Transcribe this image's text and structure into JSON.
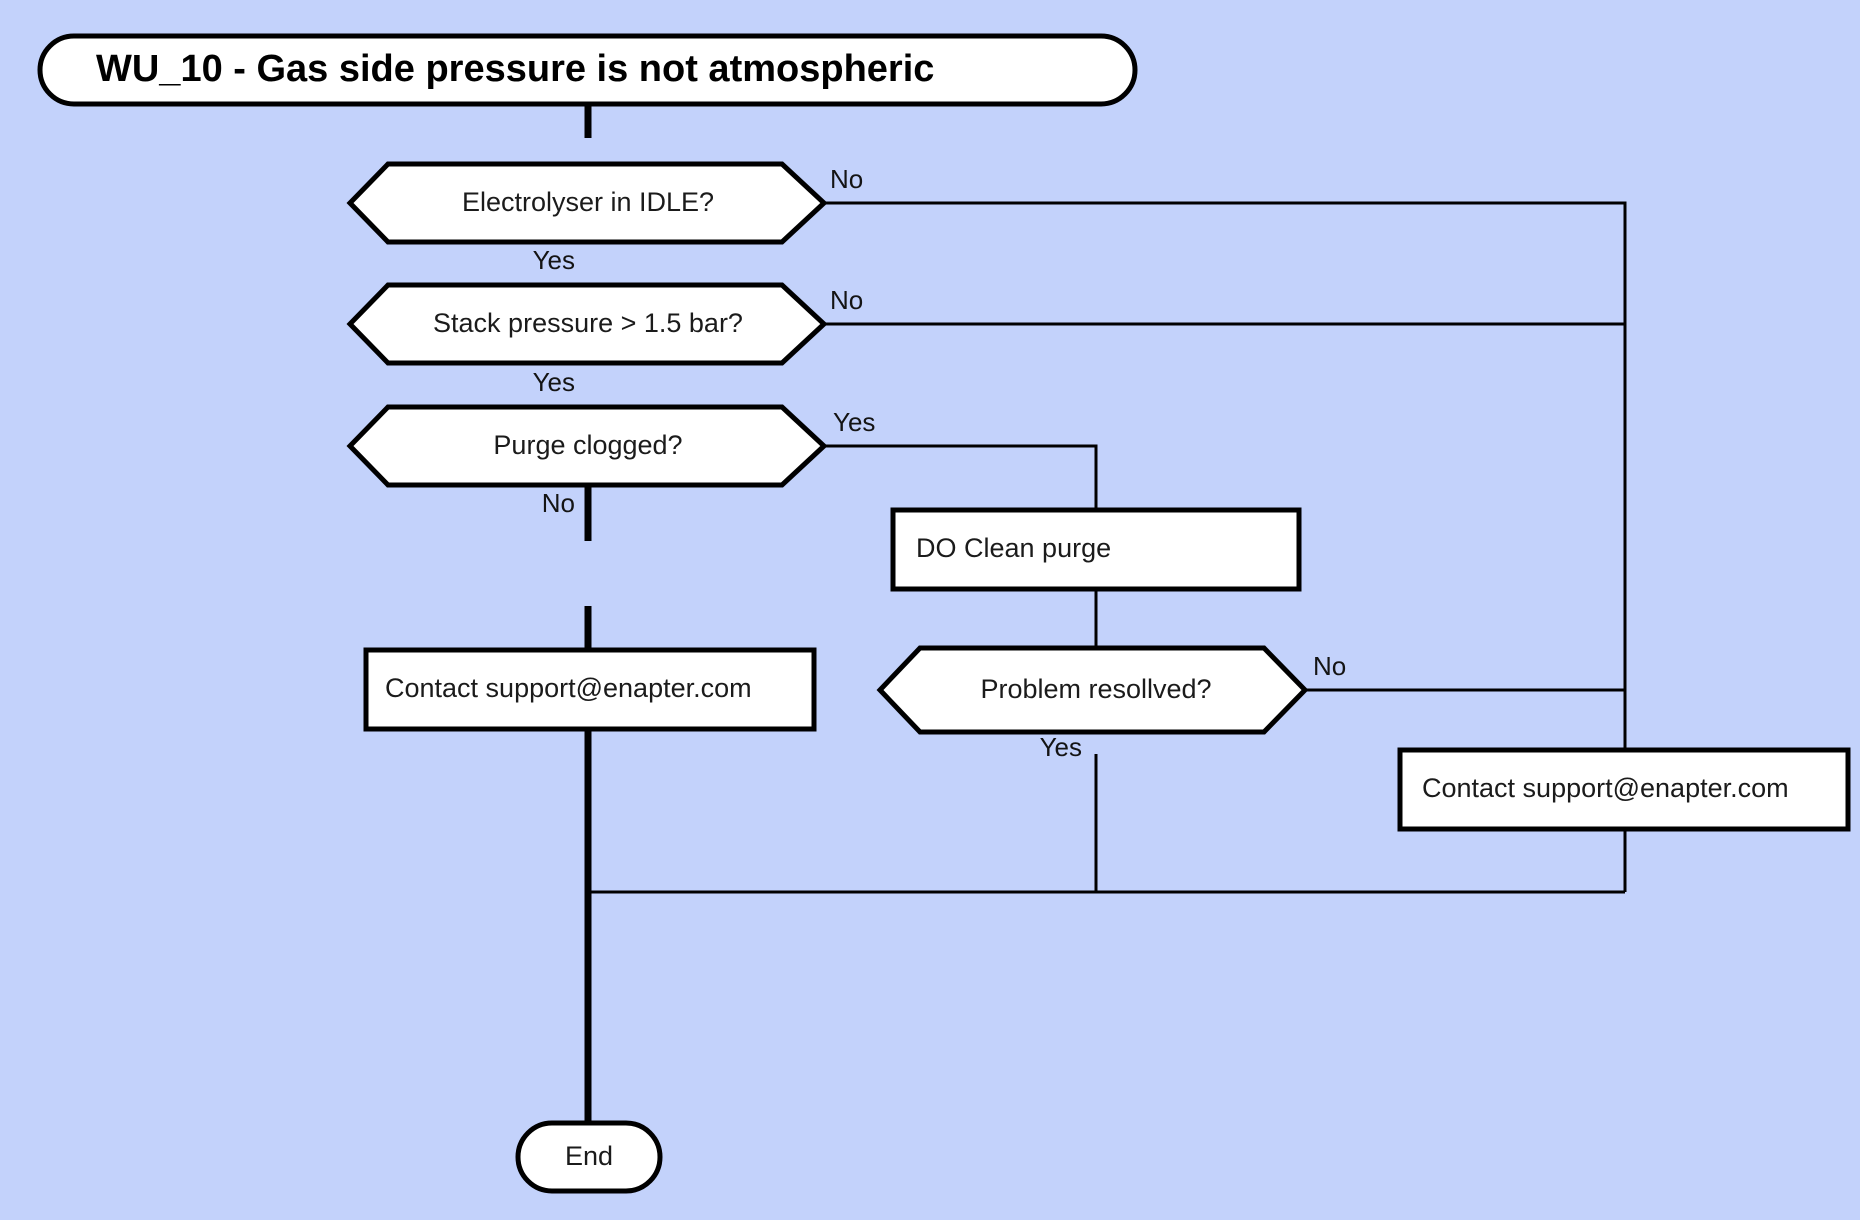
{
  "diagram": {
    "background_color": "#c3d2fb",
    "node_fill_color": "#ffffff",
    "line_color": "#000000",
    "title": "WU_10 - Gas side pressure is not atmospheric",
    "nodes": {
      "start": {
        "label": "WU_10 - Gas side pressure is not atmospheric",
        "shape": "rounded-terminator"
      },
      "decision_idle": {
        "label": "Electrolyser in IDLE?",
        "shape": "hexagon"
      },
      "decision_pressure": {
        "label": "Stack pressure > 1.5 bar?",
        "shape": "hexagon"
      },
      "decision_purge": {
        "label": "Purge clogged?",
        "shape": "hexagon"
      },
      "action_clean_purge": {
        "label": "DO Clean purge",
        "shape": "rectangle"
      },
      "decision_resolved": {
        "label": "Problem resollved?",
        "shape": "hexagon"
      },
      "contact_left": {
        "label": "Contact support@enapter.com",
        "shape": "rectangle"
      },
      "contact_right": {
        "label": "Contact support@enapter.com",
        "shape": "rectangle"
      },
      "end": {
        "label": "End",
        "shape": "rounded-terminator"
      }
    },
    "edge_labels": {
      "idle_no": "No",
      "idle_yes": "Yes",
      "pressure_no": "No",
      "pressure_yes": "Yes",
      "purge_yes": "Yes",
      "purge_no": "No",
      "resolved_no": "No",
      "resolved_yes": "Yes"
    }
  }
}
